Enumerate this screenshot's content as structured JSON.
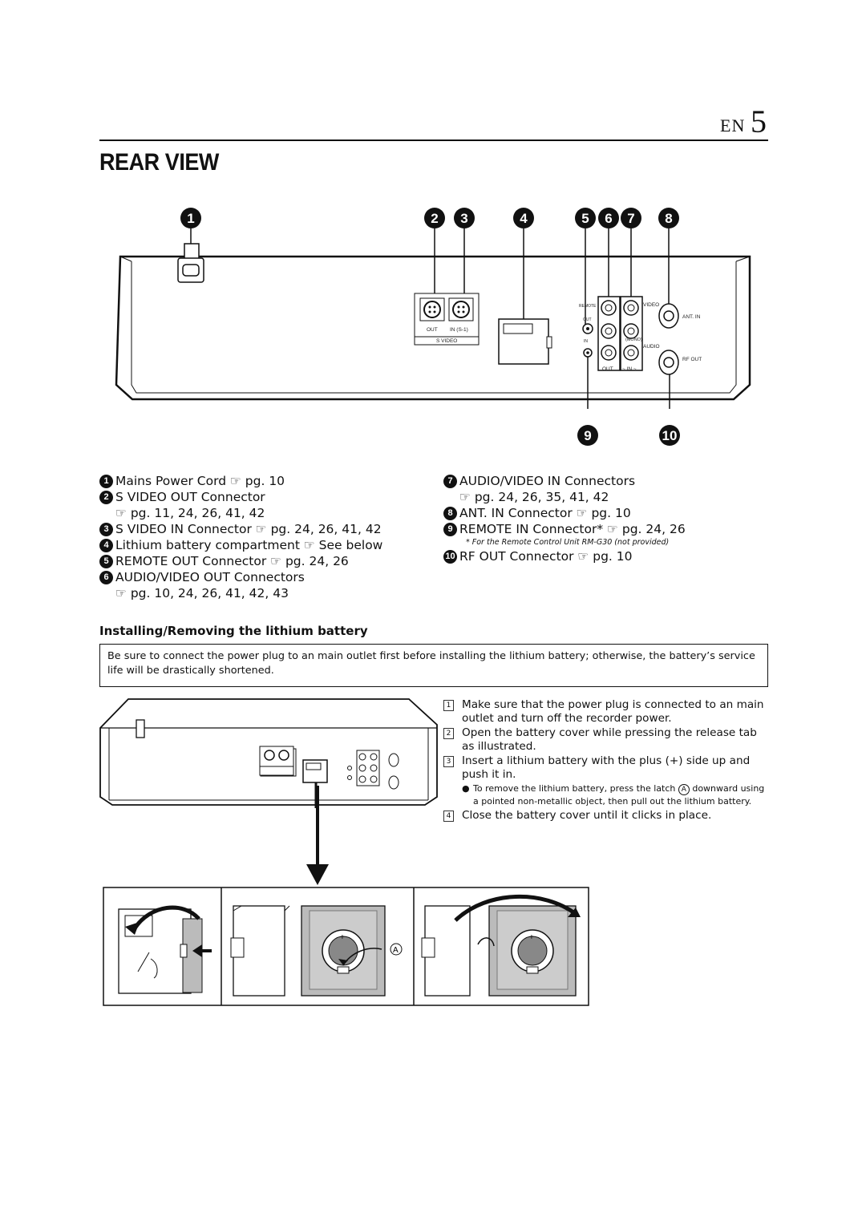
{
  "header": {
    "lang": "EN",
    "page_number": "5",
    "title": "REAR VIEW"
  },
  "callouts": [
    "1",
    "2",
    "3",
    "4",
    "5",
    "6",
    "7",
    "8",
    "9",
    "10"
  ],
  "panel_labels": {
    "out": "OUT",
    "in_s1": "IN (S-1)",
    "s_video": "S VIDEO",
    "remote": "REMOTE",
    "remote_out": "OUT",
    "remote_in": "IN",
    "video": "VIDEO",
    "audio": "AUDIO",
    "mono": "(MONO)",
    "out_bottom": "OUT",
    "in_bottom": "~ IN ~",
    "ant_in": "ANT. IN",
    "rf_out": "RF OUT"
  },
  "legend_left": [
    {
      "num": "1",
      "text": "Mains Power Cord ☞ pg. 10"
    },
    {
      "num": "2",
      "text": "S VIDEO OUT Connector"
    },
    {
      "num": "",
      "text": "☞ pg. 11, 24, 26, 41, 42"
    },
    {
      "num": "3",
      "text": "S VIDEO IN Connector ☞ pg. 24, 26, 41, 42"
    },
    {
      "num": "4",
      "text": "Lithium battery compartment ☞ See below"
    },
    {
      "num": "5",
      "text": "REMOTE OUT Connector ☞ pg. 24, 26"
    },
    {
      "num": "6",
      "text": "AUDIO/VIDEO OUT Connectors"
    },
    {
      "num": "",
      "text": "☞ pg. 10, 24, 26, 41, 42, 43"
    }
  ],
  "legend_right": [
    {
      "num": "7",
      "text": "AUDIO/VIDEO IN Connectors"
    },
    {
      "num": "",
      "text": "☞ pg. 24, 26, 35, 41, 42"
    },
    {
      "num": "8",
      "text": "ANT. IN Connector ☞ pg. 10"
    },
    {
      "num": "9",
      "text": "REMOTE IN Connector* ☞ pg. 24, 26"
    }
  ],
  "legend_footnote": "* For the Remote Control Unit RM-G30 (not provided)",
  "legend_right_last": {
    "num": "10",
    "text": "RF OUT Connector ☞ pg. 10"
  },
  "section": {
    "heading": "Installing/Removing the lithium battery",
    "warning": "Be sure to connect the power plug to an main outlet first before installing the lithium battery; otherwise, the battery’s service life will be drastically shortened."
  },
  "steps": [
    {
      "num": "1",
      "text": "Make sure that the power plug is connected to an main outlet and turn off the recorder power."
    },
    {
      "num": "2",
      "text": "Open the battery cover while pressing the release tab as illustrated."
    },
    {
      "num": "3",
      "text": "Insert a lithium battery with the plus (+) side up and push it in."
    },
    {
      "num": "4",
      "text": "Close the battery cover until it clicks in place."
    }
  ],
  "step_note": {
    "bullet": "●",
    "before": "To remove the lithium battery, press the latch",
    "latch": "A",
    "after": "downward using a pointed non-metallic object, then pull out the lithium battery."
  },
  "figure_labels": {
    "latch": "A",
    "plus": "+"
  }
}
